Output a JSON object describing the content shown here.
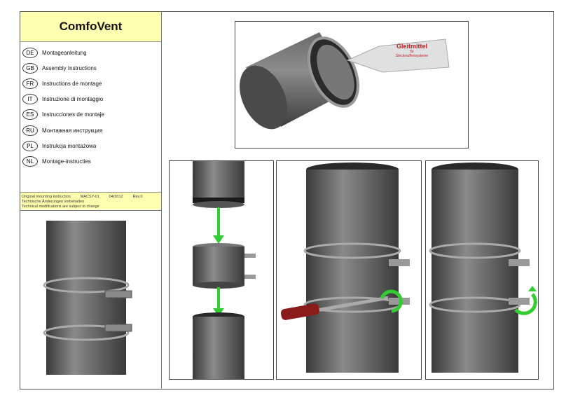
{
  "product_title": "ComfoVent",
  "languages": [
    {
      "code": "DE",
      "label": "Montageanleitung"
    },
    {
      "code": "GB",
      "label": "Assembly Instructions"
    },
    {
      "code": "FR",
      "label": "Instructions de montage"
    },
    {
      "code": "IT",
      "label": "Instruzione di montaggio"
    },
    {
      "code": "ES",
      "label": "Instrucciones de montaje"
    },
    {
      "code": "RU",
      "label": "Монтажная инструкция"
    },
    {
      "code": "PL",
      "label": "Instrukcja montażowa"
    },
    {
      "code": "NL",
      "label": "Montage-instructies"
    }
  ],
  "info": {
    "original": "Original mounting instruction",
    "doc_code": "MACSY-01",
    "date": "04/2012",
    "revision": "Rev.0",
    "note_de": "Technische Änderungen vorbehalten",
    "note_en": "Technical modifications are subject to change"
  },
  "tube_label": {
    "title": "Gleitmittel",
    "line2": "für",
    "line3": "Steckmuffensysteme"
  },
  "colors": {
    "title_bg": "#ffffb0",
    "pipe": "#5a5a5a",
    "arrow": "#33cc33",
    "handle": "#8b1a1a"
  }
}
